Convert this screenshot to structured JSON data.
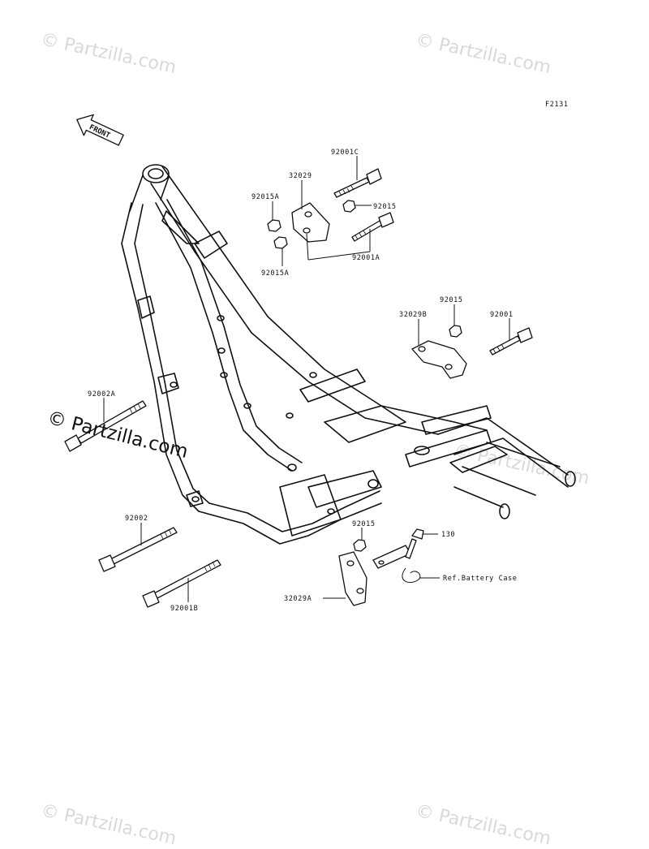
{
  "watermark": {
    "brand": "© Partzilla.com",
    "color": "#d9d9d9"
  },
  "figure_code": "F2131",
  "front_arrow_label": "FRONT",
  "callouts": {
    "p92001C": "92001C",
    "p32029": "32029",
    "p92015A_top": "92015A",
    "p92015_top": "92015",
    "p92015A_mid": "92015A",
    "p92001A": "92001A",
    "p92015_right": "92015",
    "p32029B": "32029B",
    "p92001": "92001",
    "p92002A": "92002A",
    "p92002": "92002",
    "p92001B": "92001B",
    "p92015_low": "92015",
    "p130": "130",
    "p32029A": "32029A",
    "ref_battery": "Ref.Battery Case"
  }
}
